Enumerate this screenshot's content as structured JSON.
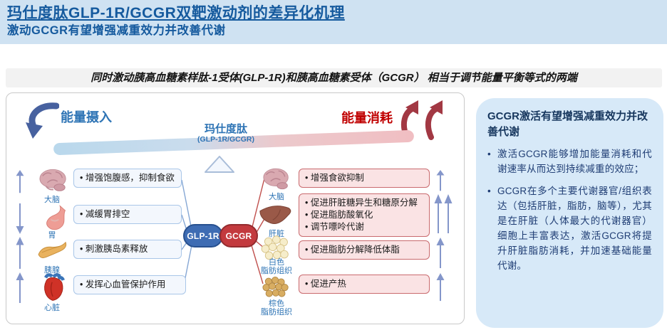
{
  "header": {
    "title": "玛仕度肽GLP-1R/GCGR双靶激动剂的差异化机理",
    "subtitle": "激动GCGR有望增强减重效力并改善代谢"
  },
  "tagline": "同时激动胰高血糖素样肽-1受体(GLP-1R)和胰高血糖素受体（GCGR） 相当于调节能量平衡等式的两端",
  "diagram": {
    "energy_intake_label": "能量摄入",
    "energy_expenditure_label": "能量消耗",
    "drug_name": "玛仕度肽",
    "drug_receptors": "(GLP-1R/GCGR)",
    "glp1r_label": "GLP-1R",
    "gcgr_label": "GCGR",
    "left_rows": [
      {
        "organ": "大脑",
        "trend": "up",
        "effect": "• 增强饱腹感，抑制食欲"
      },
      {
        "organ": "胃",
        "trend": "down",
        "effect": "• 减缓胃排空"
      },
      {
        "organ": "胰腺",
        "trend": "up",
        "effect": "• 刺激胰岛素释放"
      },
      {
        "organ": "心脏",
        "trend": "up",
        "effect": "• 发挥心血管保护作用"
      }
    ],
    "right_rows": [
      {
        "organ": "大脑",
        "trend": "up",
        "effects": [
          "• 增强食欲抑制"
        ]
      },
      {
        "organ": "肝脏",
        "trend": "double-up",
        "effects": [
          "• 促进肝脏糖异生和糖原分解",
          "• 促进脂肪酸氧化",
          "• 调节嘌呤代谢"
        ]
      },
      {
        "organ_line1": "白色",
        "organ_line2": "脂肪组织",
        "trend": "up",
        "effects": [
          "• 促进脂肪分解降低体脂"
        ]
      },
      {
        "organ_line1": "棕色",
        "organ_line2": "脂肪组织",
        "trend": "up",
        "effects": [
          "• 促进产热"
        ]
      }
    ]
  },
  "side_panel": {
    "heading": "GCGR激活有望增强减重效力并改善代谢",
    "bullet_char": "•",
    "bullets": [
      "激活GCGR能够增加能量消耗和代谢速率从而达到持续减重的效应；",
      "GCGR在多个主要代谢器官/组织表达（包括肝脏，脂肪，脑等），尤其是在肝脏（人体最大的代谢器官）细胞上丰富表达，激活GCGR将提升肝脏脂肪消耗，并加速基础能量代谢。"
    ]
  },
  "colors": {
    "accent_blue": "#2e74b5",
    "heading_blue": "#155a9e",
    "dark_navy": "#17375e",
    "red_text": "#c00000",
    "pill_blue": "#3e6cb3",
    "pill_red": "#c33a3e",
    "panel_bg": "#d7e9f8",
    "header_bg": "#cfe2f2"
  }
}
